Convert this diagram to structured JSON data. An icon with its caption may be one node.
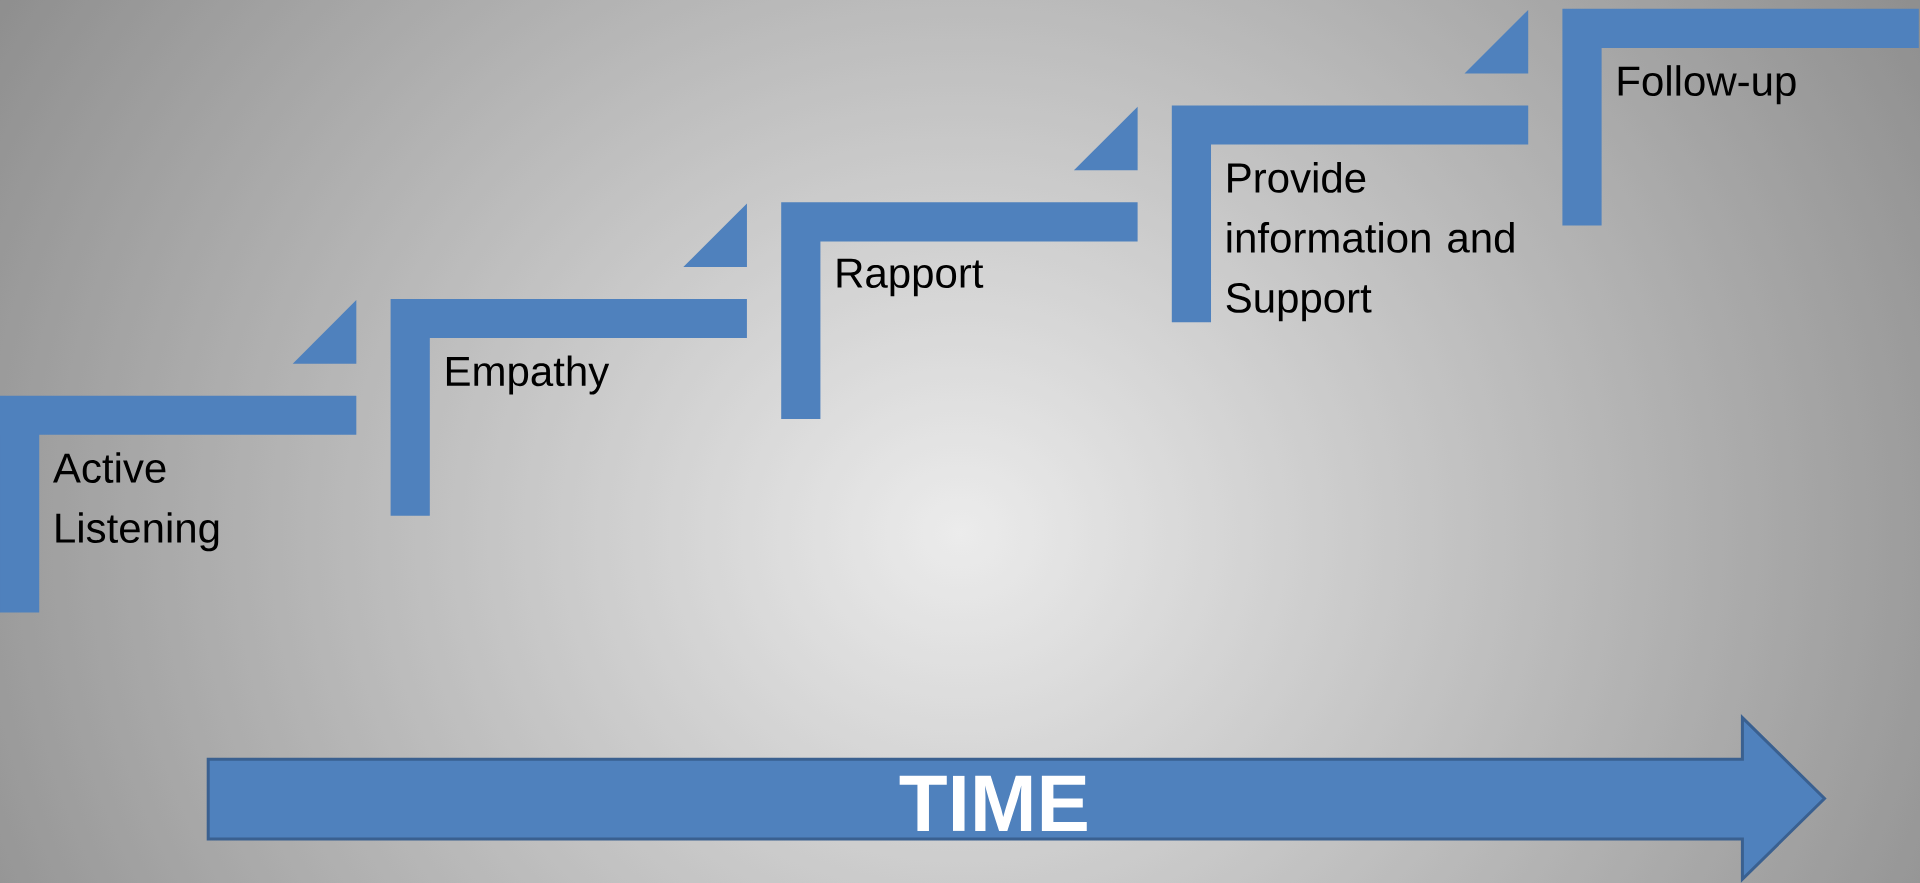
{
  "diagram": {
    "nodes": [
      {
        "text": [
          "Active Listening"
        ]
      },
      {
        "text": [
          "Empathy"
        ]
      },
      {
        "text": [
          "Rapport"
        ]
      },
      {
        "text": [
          "Provide information and Support"
        ]
      },
      {
        "text": [
          "Follow-up"
        ]
      },
      {
        "text": [
          "TIME"
        ]
      }
    ]
  }
}
